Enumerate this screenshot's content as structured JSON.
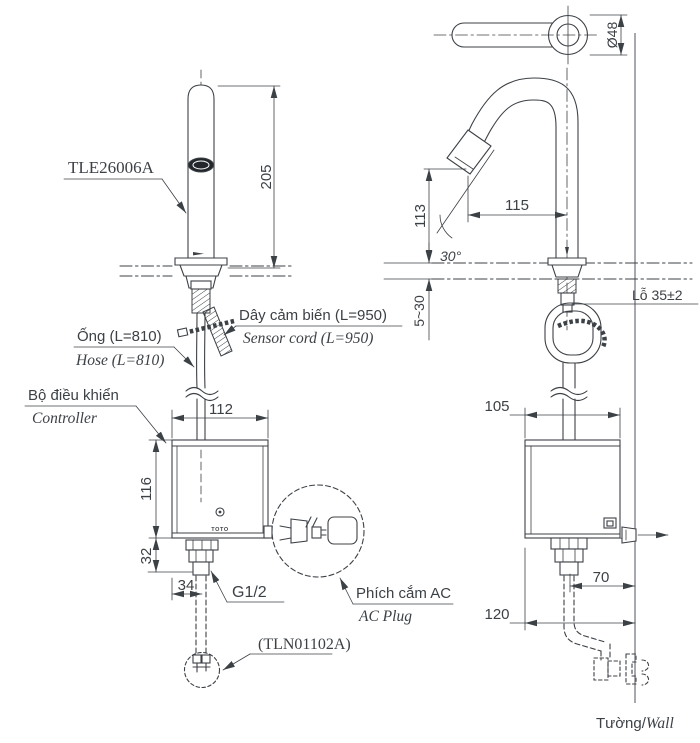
{
  "drawing": {
    "product_code": "TLE26006A",
    "valve_code": "(TLN01102A)",
    "brand_logo": "TOTO"
  },
  "labels": {
    "sensor_cord_vi": "Dây cảm biến (L=950)",
    "sensor_cord_en": "Sensor cord (L=950)",
    "hose_vi": "Ống (L=810)",
    "hose_en": "Hose (L=810)",
    "controller_vi": "Bộ điều khiển",
    "controller_en": "Controller",
    "ac_plug_vi": "Phích cắm AC",
    "ac_plug_en": "AC Plug",
    "thread": "G1/2",
    "hole": "Lỗ 35±2",
    "wall_vi": "Tường/",
    "wall_en": "Wall"
  },
  "dimensions": {
    "spout_total_height": "205",
    "controller_width": "112",
    "controller_height": "116",
    "fitting_height": "32",
    "inlet_offset": "34",
    "spout_top_diameter": "Ø48",
    "outlet_height": "113",
    "outlet_angle": "30°",
    "spout_reach": "115",
    "deck_thickness": "5~30",
    "controller_depth": "105",
    "pipe_to_wall": "70",
    "controller_to_wall": "120"
  },
  "colors": {
    "line": "#3c4146",
    "wall_line": "#8f959a",
    "background": "#ffffff"
  }
}
